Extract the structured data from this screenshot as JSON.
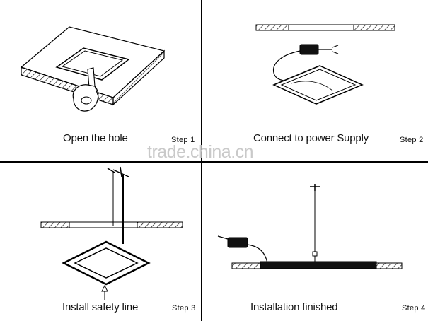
{
  "panels": [
    {
      "caption": "Open  the  hole",
      "step": "Step 1"
    },
    {
      "caption": "Connect to power Supply",
      "step": "Step 2"
    },
    {
      "caption": "Install safety line",
      "step": "Step 3"
    },
    {
      "caption": "Installation finished",
      "step": "Step 4"
    }
  ],
  "watermark": "trade.china.cn"
}
